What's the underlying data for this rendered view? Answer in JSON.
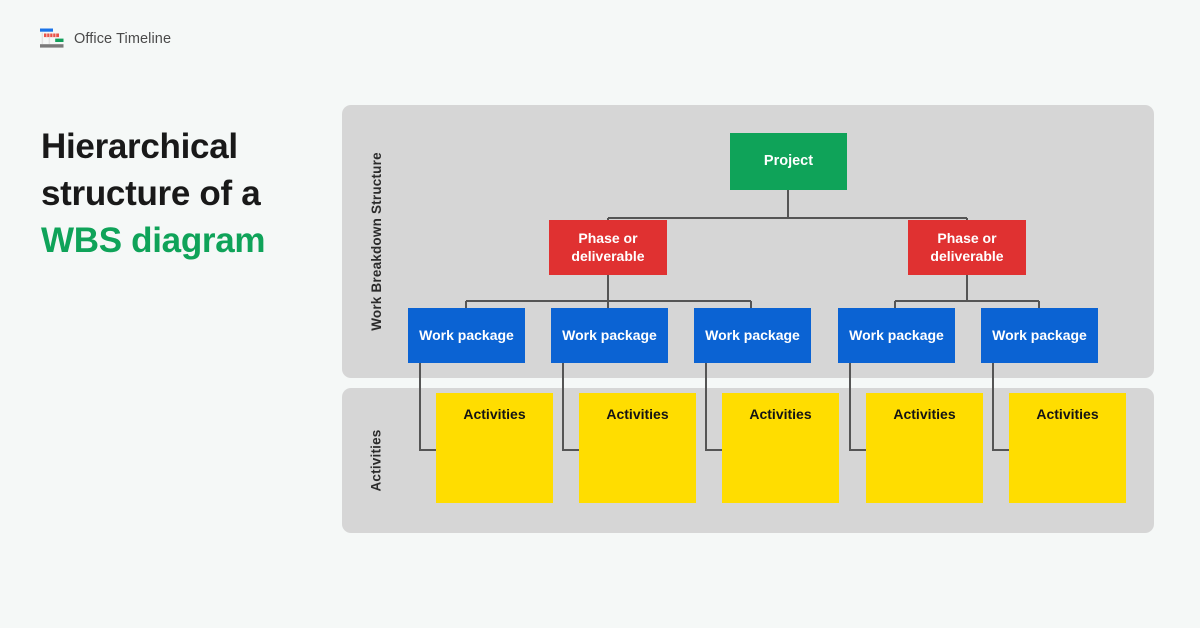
{
  "brand": {
    "name": "Office Timeline",
    "logo_icon": "gantt-chart-icon",
    "logo_colors": [
      "#1a73e8",
      "#e8534a",
      "#13a05c",
      "#7a7a7a"
    ]
  },
  "headline": {
    "line1": "Hierarchical",
    "line2": "structure of a",
    "line3": "WBS diagram",
    "accent_color": "#0fa359",
    "text_color": "#191919"
  },
  "diagram": {
    "type": "tree",
    "panels": [
      {
        "id": "wbs",
        "label": "Work Breakdown Structure",
        "background": "#d6d6d6"
      },
      {
        "id": "activities",
        "label": "Activities",
        "background": "#d6d6d6"
      }
    ],
    "colors": {
      "project": "#0fa359",
      "phase": "#e03131",
      "work_package": "#0b63d3",
      "activity": "#ffdd00",
      "connector": "#555555",
      "canvas": "#f5f8f7"
    },
    "levels": [
      {
        "level": 1,
        "name": "project",
        "count": 1
      },
      {
        "level": 2,
        "name": "phase-or-deliverable",
        "count": 2
      },
      {
        "level": 3,
        "name": "work-package",
        "count": 5
      },
      {
        "level": 4,
        "name": "activities",
        "count": 5
      }
    ],
    "nodes": {
      "project": {
        "label": "Project"
      },
      "phases": [
        {
          "label": "Phase or deliverable"
        },
        {
          "label": "Phase or deliverable"
        }
      ],
      "work_packages": [
        {
          "label": "Work package"
        },
        {
          "label": "Work package"
        },
        {
          "label": "Work package"
        },
        {
          "label": "Work package"
        },
        {
          "label": "Work package"
        }
      ],
      "activities": [
        {
          "label": "Activities"
        },
        {
          "label": "Activities"
        },
        {
          "label": "Activities"
        },
        {
          "label": "Activities"
        },
        {
          "label": "Activities"
        }
      ]
    }
  }
}
